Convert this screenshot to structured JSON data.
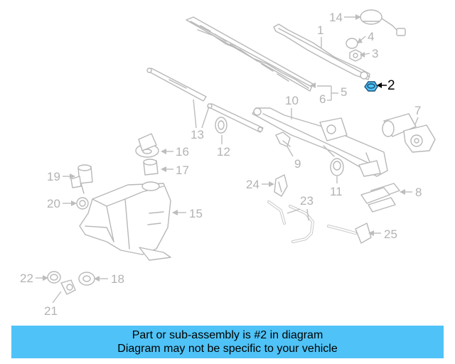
{
  "callouts": {
    "c1": "1",
    "c2": "2",
    "c3": "3",
    "c4": "4",
    "c5": "5",
    "c6": "6",
    "c7": "7",
    "c8": "8",
    "c9": "9",
    "c10": "10",
    "c11": "11",
    "c12": "12",
    "c13": "13",
    "c14": "14",
    "c15": "15",
    "c16": "16",
    "c17": "17",
    "c18": "18",
    "c19": "19",
    "c20": "20",
    "c21": "21",
    "c22": "22",
    "c23": "23",
    "c24": "24",
    "c25": "25"
  },
  "highlight": {
    "part": "2",
    "color": "#4fc3f7"
  },
  "banner": {
    "line1": "Part or sub-assembly is #2 in diagram",
    "line2": "Diagram may not be specific to your vehicle",
    "color": "#4fc3f7"
  }
}
